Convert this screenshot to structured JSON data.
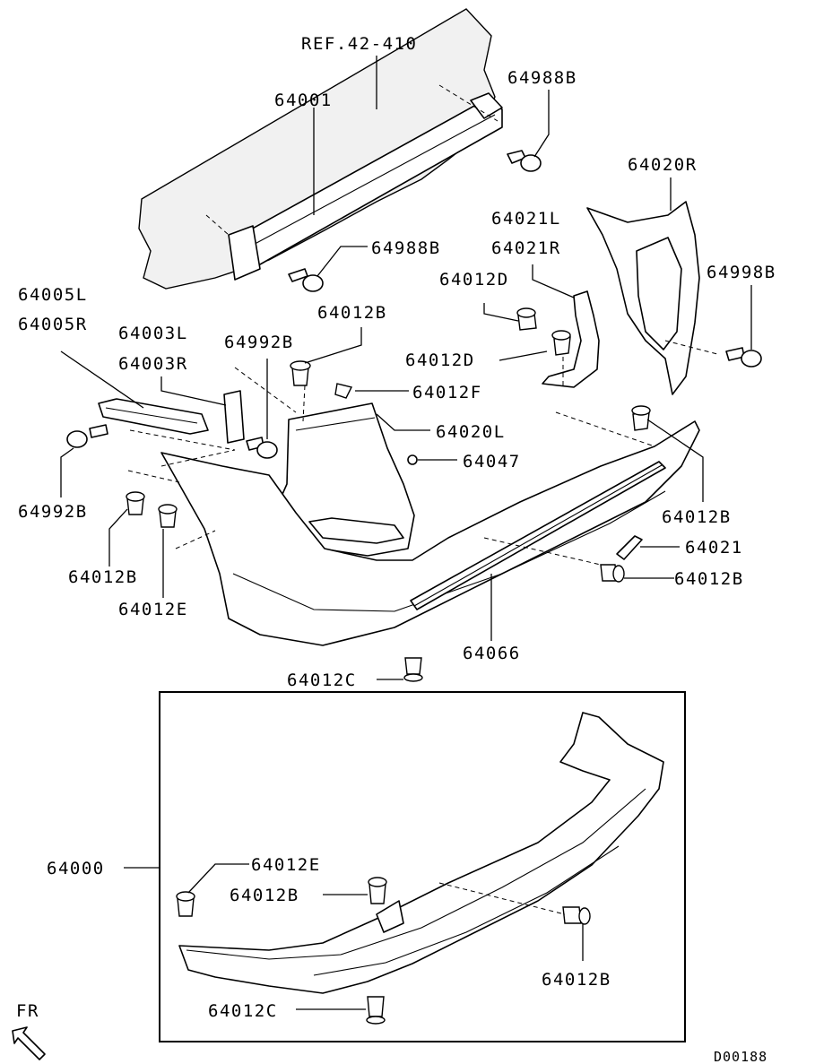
{
  "labels": {
    "ref": "REF.42-410",
    "p64001": "64001",
    "p64988B_top": "64988B",
    "p64988B_mid": "64988B",
    "p64020R": "64020R",
    "p64021L": "64021L",
    "p64021R": "64021R",
    "p64998B": "64998B",
    "p64005L": "64005L",
    "p64005R": "64005R",
    "p64003L": "64003L",
    "p64003R": "64003R",
    "p64992B_a": "64992B",
    "p64012B_a": "64012B",
    "p64012D_a": "64012D",
    "p64012D_b": "64012D",
    "p64012F": "64012F",
    "p64020L": "64020L",
    "p64047": "64047",
    "p64992B_b": "64992B",
    "p64012B_b": "64012B",
    "p64012E_a": "64012E",
    "p64012B_c": "64012B",
    "p64021": "64021",
    "p64012B_d": "64012B",
    "p64066": "64066",
    "p64012C_a": "64012C",
    "p64000": "64000",
    "p64012E_b": "64012E",
    "p64012B_e": "64012B",
    "p64012B_f": "64012B",
    "p64012C_b": "64012C",
    "fr": "FR",
    "code": "D00188"
  },
  "icons": {
    "direction": "front-arrow-icon"
  }
}
